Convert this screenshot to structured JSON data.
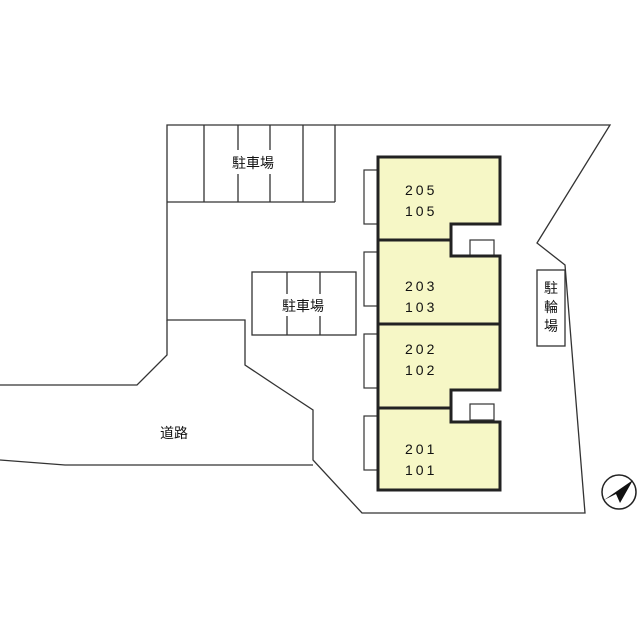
{
  "colors": {
    "building_fill": "#f6f7c6",
    "outline": "#222222"
  },
  "parking_top": {
    "label": "駐車場"
  },
  "parking_middle": {
    "label": "駐車場"
  },
  "bicycle_parking": {
    "label_lines": [
      "駐",
      "輪",
      "場"
    ]
  },
  "road": {
    "label": "道路"
  },
  "units": [
    {
      "upper": "205",
      "lower": "105"
    },
    {
      "upper": "203",
      "lower": "103"
    },
    {
      "upper": "202",
      "lower": "102"
    },
    {
      "upper": "201",
      "lower": "101"
    }
  ],
  "north_arrow": {
    "icon": "north-arrow-icon"
  }
}
